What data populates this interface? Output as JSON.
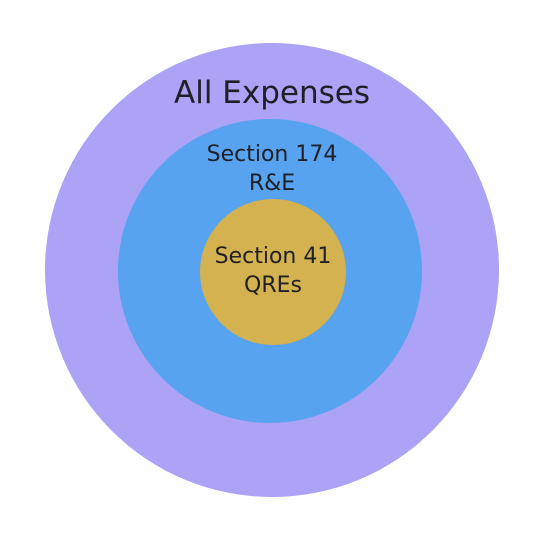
{
  "diagram": {
    "type": "nested-circles",
    "circles": [
      {
        "id": "all-expenses",
        "lines": [
          "All Expenses"
        ],
        "color": "#aca2f6"
      },
      {
        "id": "section-174",
        "lines": [
          "Section 174",
          "R&E"
        ],
        "color": "#58a3ef"
      },
      {
        "id": "section-41",
        "lines": [
          "Section 41",
          "QREs"
        ],
        "color": "#d4b24f"
      }
    ]
  }
}
